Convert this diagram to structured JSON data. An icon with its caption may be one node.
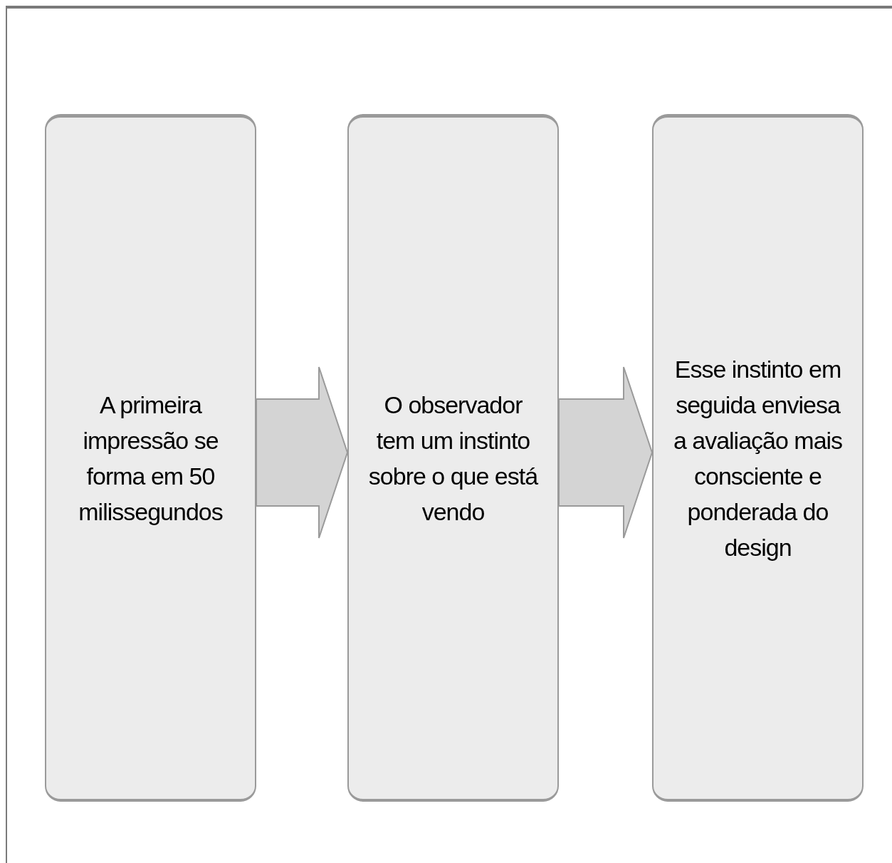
{
  "diagram": {
    "nodes": [
      {
        "text": [
          "A primeira impressão se forma em 50 milissegundos"
        ]
      },
      {
        "text": [
          "O observador tem um instinto sobre o que está vendo"
        ]
      },
      {
        "text": [
          "Esse instinto em seguida enviesa a avaliação mais consciente e ponderada do design"
        ]
      }
    ],
    "edges": [
      {
        "from": 0,
        "to": 1,
        "arrow": "to"
      },
      {
        "from": 1,
        "to": 2,
        "arrow": "to"
      }
    ]
  }
}
